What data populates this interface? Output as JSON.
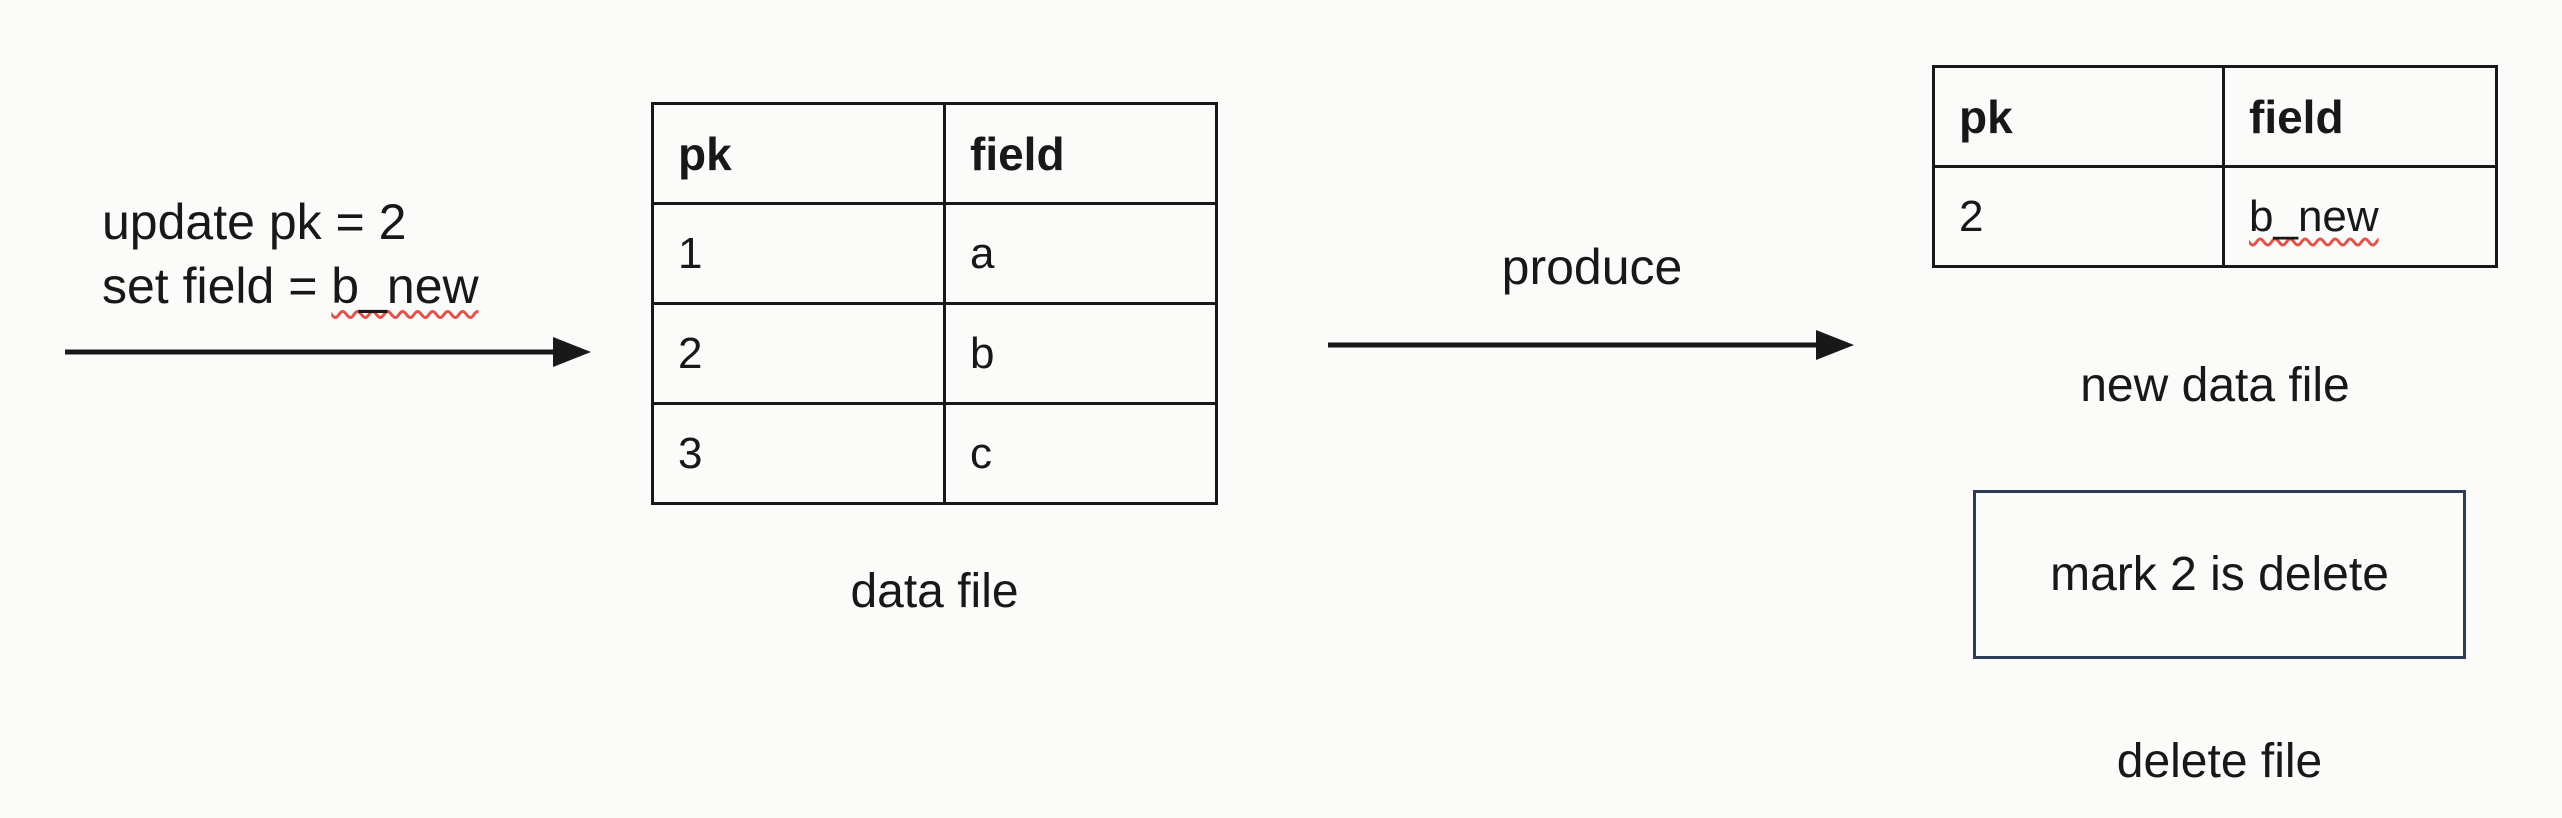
{
  "colors": {
    "bg": "#fbfbf9",
    "ink": "#181818",
    "squiggle_red": "#e0544c",
    "delete_box_border": "#2e3c58"
  },
  "instruction": {
    "line1": "update pk = 2",
    "line2_prefix": "set field = ",
    "line2_value": "b_new"
  },
  "arrows": {
    "produce_label": "produce"
  },
  "data_file": {
    "caption": "data file",
    "headers": [
      "pk",
      "field"
    ],
    "rows": [
      [
        "1",
        "a"
      ],
      [
        "2",
        "b"
      ],
      [
        "3",
        "c"
      ]
    ]
  },
  "new_data_file": {
    "caption": "new data file",
    "headers": [
      "pk",
      "field"
    ],
    "rows": [
      [
        "2",
        "b_new"
      ]
    ]
  },
  "delete_file": {
    "box_text": "mark 2 is delete",
    "caption": "delete file"
  }
}
